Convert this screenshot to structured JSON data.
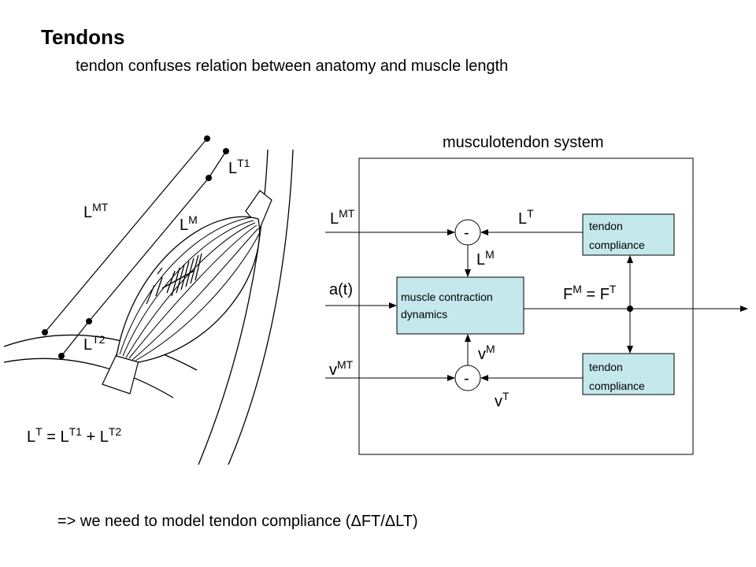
{
  "slide": {
    "title": "Tendons",
    "subtitle": "tendon confuses relation between anatomy and muscle length",
    "footer": "=> we need to model tendon compliance (ΔFT/ΔLT)"
  },
  "anatomy": {
    "lmt": {
      "base": "L",
      "sup": "MT"
    },
    "lt1": {
      "base": "L",
      "sup": "T1"
    },
    "lm": {
      "base": "L",
      "sup": "M"
    },
    "lt2": {
      "base": "L",
      "sup": "T2"
    },
    "equation": {
      "lt": "L",
      "lt_sup": "T",
      "eq": " = ",
      "lt1": "L",
      "lt1_sup": "T1",
      "plus": " + ",
      "lt2": "L",
      "lt2_sup": "T2"
    }
  },
  "system": {
    "title": "musculotendon system",
    "inputs": {
      "lmt": {
        "base": "L",
        "sup": "MT"
      },
      "activation": "a(t)",
      "vmt": {
        "base": "v",
        "sup": "MT"
      }
    },
    "signals": {
      "lt": {
        "base": "L",
        "sup": "T"
      },
      "lm": {
        "base": "L",
        "sup": "M"
      },
      "vm": {
        "base": "v",
        "sup": "M"
      },
      "vt": {
        "base": "v",
        "sup": "T"
      },
      "force": {
        "fm": "F",
        "fm_sup": "M",
        "eq": " = ",
        "ft": "F",
        "ft_sup": "T"
      }
    },
    "summers": {
      "top": "-",
      "bottom": "-"
    },
    "blocks": {
      "tendon_top": {
        "line1": "tendon",
        "line2": "compliance"
      },
      "muscle": {
        "line1": "muscle contraction",
        "line2": "dynamics"
      },
      "tendon_bottom": {
        "line1": "tendon",
        "line2": "compliance"
      }
    },
    "colors": {
      "block_fill": "#c4e8ec"
    }
  }
}
